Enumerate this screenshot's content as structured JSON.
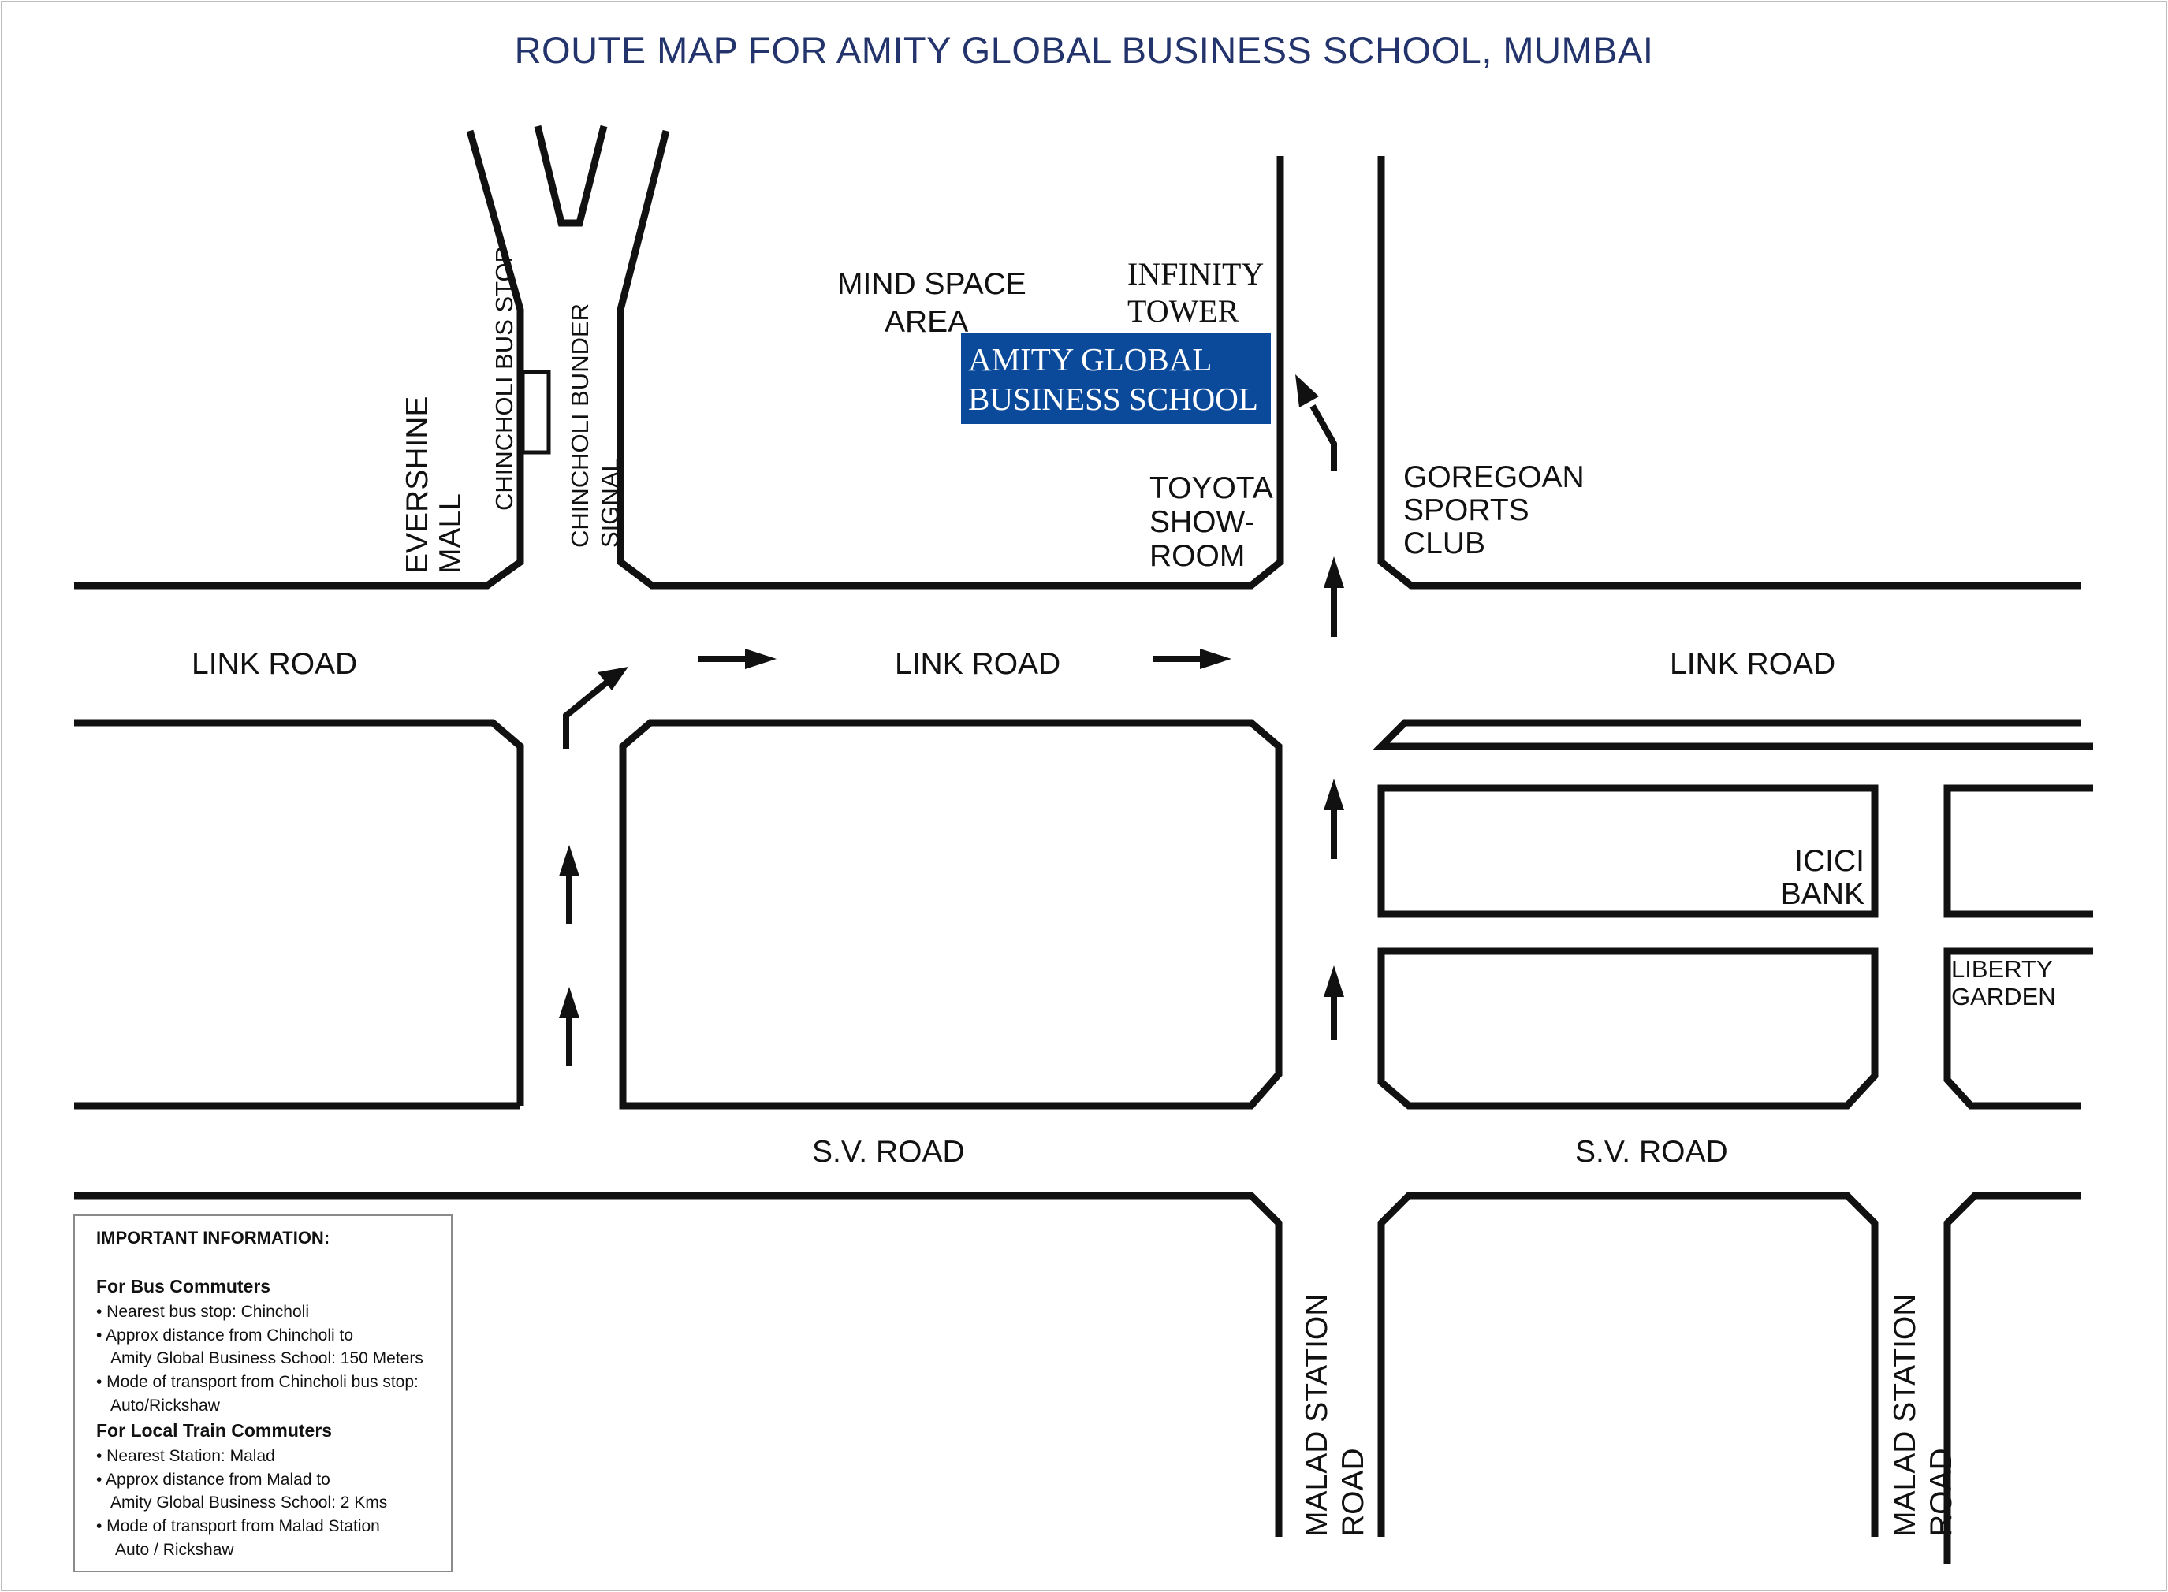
{
  "title": "ROUTE MAP FOR AMITY GLOBAL BUSINESS SCHOOL, MUMBAI",
  "colors": {
    "title": "#23336b",
    "school_box": "#0b4a9a",
    "road": "#111111"
  },
  "roads": {
    "link_road": "LINK ROAD",
    "sv_road": "S.V. ROAD",
    "malad_station_road": [
      "MALAD STATION",
      "ROAD"
    ]
  },
  "landmarks": {
    "evershine_mall": [
      "EVERSHINE",
      "MALL"
    ],
    "chincholi_bus_stop": "CHINCHOLI BUS STOP",
    "chincholi_bunder_signal": [
      "CHINCHOLI BUNDER",
      "SIGNAL"
    ],
    "mind_space_area": [
      "MIND SPACE",
      "AREA"
    ],
    "infinity_tower": [
      "INFINITY",
      "TOWER"
    ],
    "school": [
      "AMITY GLOBAL",
      "BUSINESS SCHOOL"
    ],
    "toyota_showroom": [
      "TOYOTA",
      "SHOW-",
      "ROOM"
    ],
    "goregoan_sports_club": [
      "GOREGOAN",
      "SPORTS",
      "CLUB"
    ],
    "icici_bank": [
      "ICICI",
      "BANK"
    ],
    "liberty_garden": [
      "LIBERTY",
      "GARDEN"
    ]
  },
  "icons": [
    "route-arrow-icon",
    "bus-stop-icon"
  ],
  "info": {
    "heading": "IMPORTANT INFORMATION:",
    "bus": {
      "title": "For Bus Commuters",
      "lines": [
        "• Nearest bus stop: Chincholi",
        "• Approx distance from Chincholi to",
        "Amity Global Business School: 150 Meters",
        "• Mode of transport from Chincholi bus stop:",
        "Auto/Rickshaw"
      ]
    },
    "train": {
      "title": "For Local Train Commuters",
      "lines": [
        "• Nearest Station: Malad",
        "• Approx distance from Malad to",
        "Amity Global Business School: 2 Kms",
        "• Mode of transport from Malad Station",
        "Auto / Rickshaw"
      ]
    }
  }
}
